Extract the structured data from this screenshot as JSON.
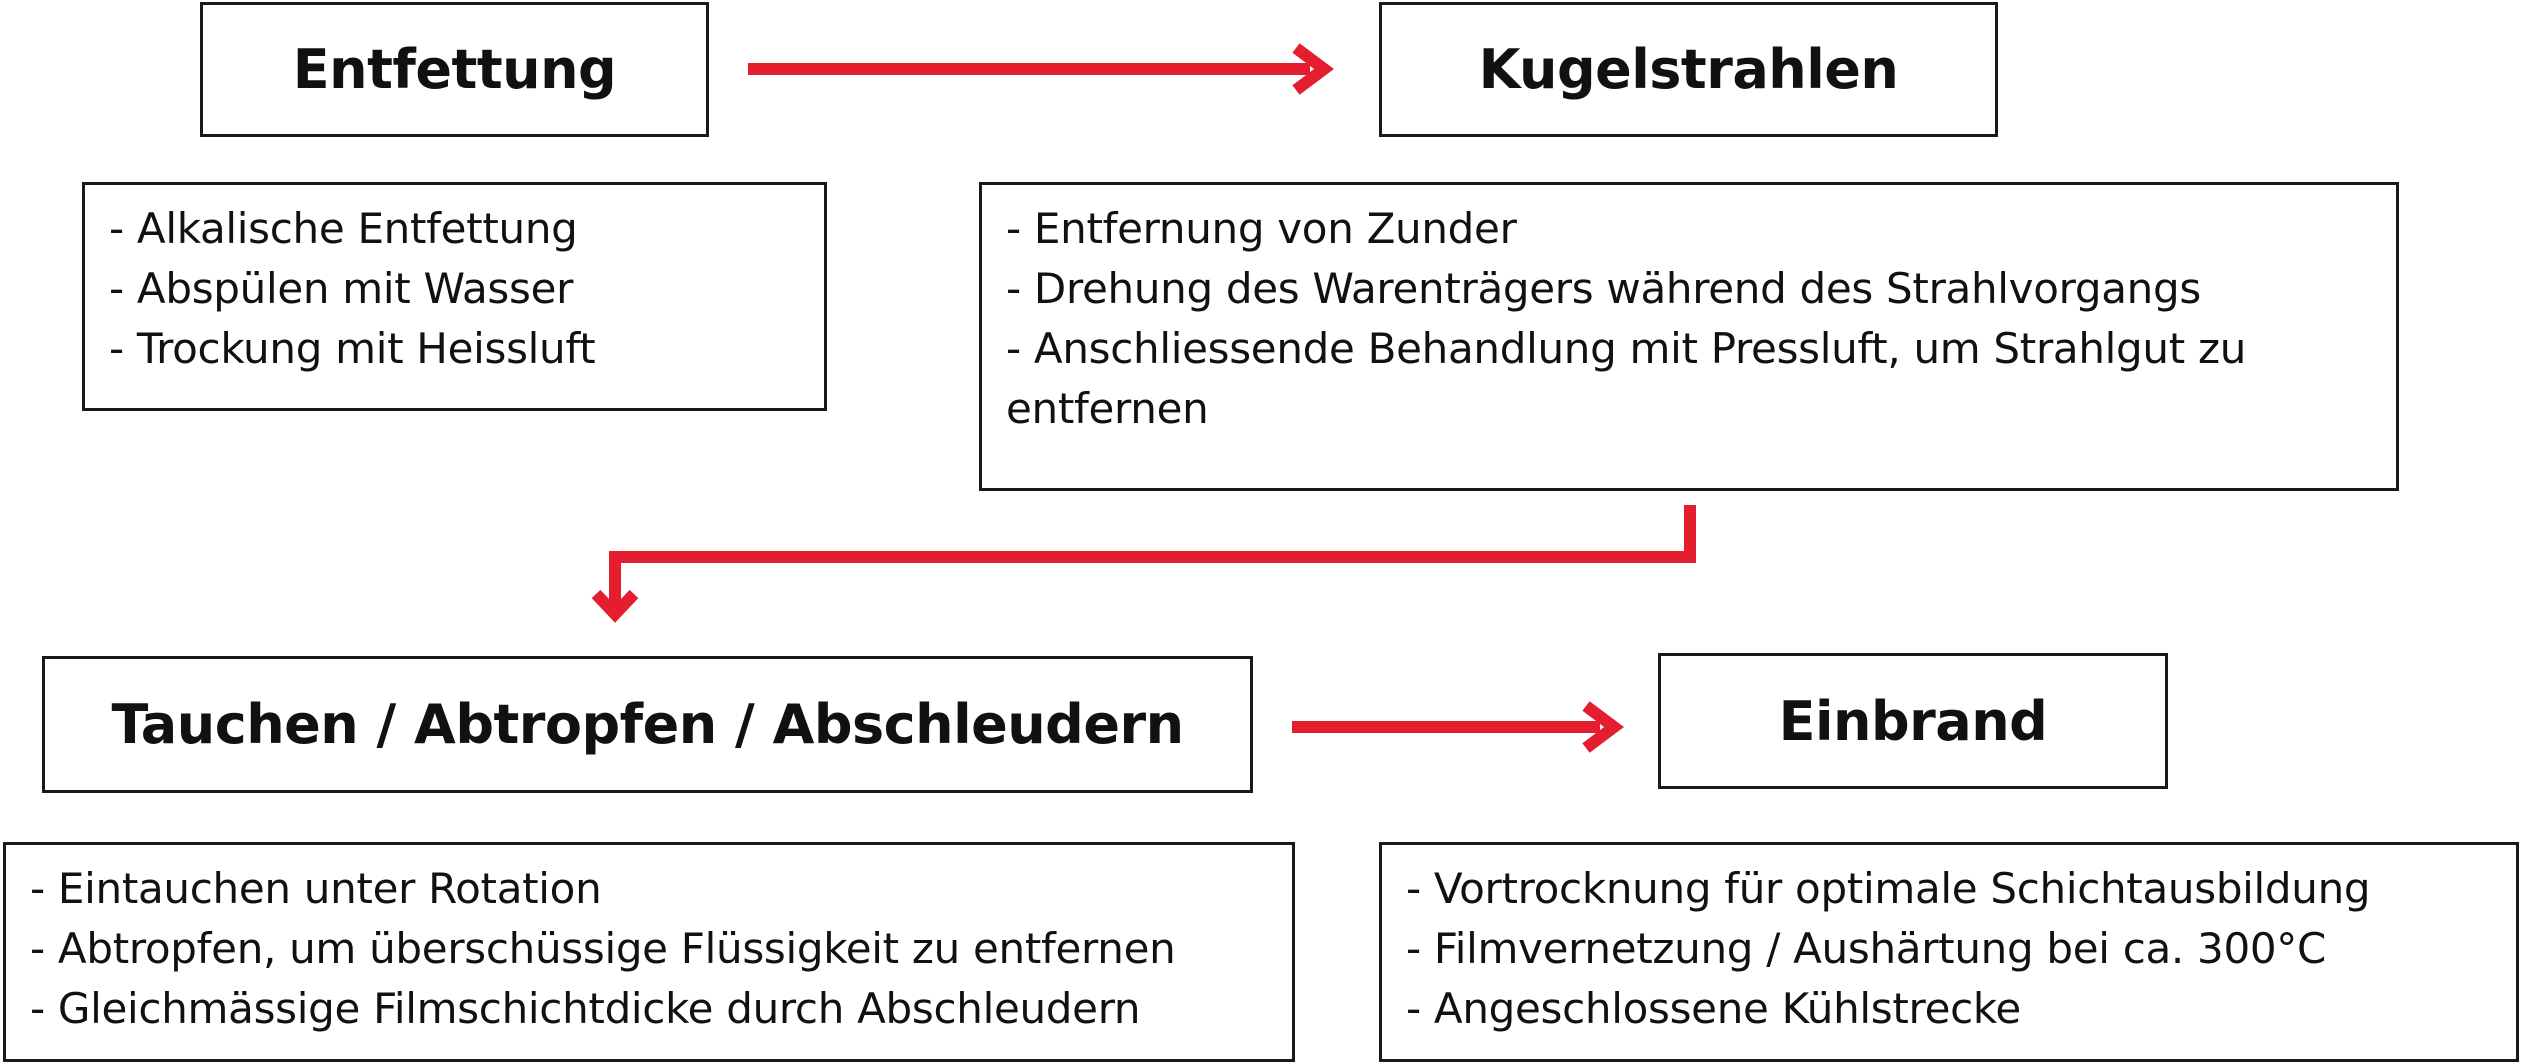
{
  "accent_color": "#e41e2f",
  "steps": [
    {
      "title": "Entfettung",
      "items": [
        "- Alkalische Entfettung",
        "- Abspülen mit Wasser",
        "- Trockung mit Heissluft"
      ]
    },
    {
      "title": "Kugelstrahlen",
      "items": [
        "- Entfernung von Zunder",
        "- Drehung des Warenträgers während des Strahlvorgangs",
        "- Anschliessende Behandlung mit Pressluft, um Strahlgut zu entfernen"
      ]
    },
    {
      "title": "Tauchen / Abtropfen / Abschleudern",
      "items": [
        "- Eintauchen unter Rotation",
        "- Abtropfen, um überschüssige Flüssigkeit zu entfernen",
        "- Gleichmässige Filmschichtdicke durch Abschleudern"
      ]
    },
    {
      "title": "Einbrand",
      "items": [
        "- Vortrocknung für optimale Schichtausbildung",
        "- Filmvernetzung / Aushärtung bei ca. 300°C",
        "- Angeschlossene Kühlstrecke"
      ]
    }
  ]
}
